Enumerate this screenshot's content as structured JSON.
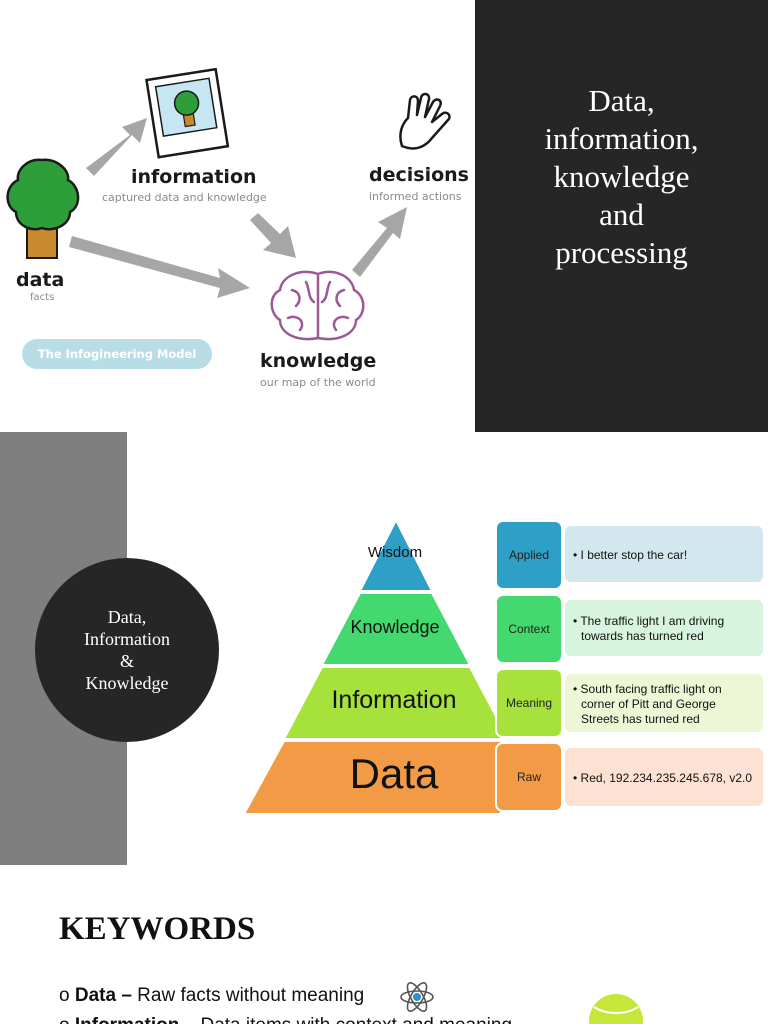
{
  "slide1": {
    "title_lines": [
      "Data,",
      "information,",
      "knowledge",
      "and",
      "processing"
    ],
    "diagram": {
      "information": {
        "label": "information",
        "sub": "captured data and knowledge"
      },
      "decisions": {
        "label": "decisions",
        "sub": "informed actions"
      },
      "data": {
        "label": "data",
        "sub": "facts"
      },
      "knowledge": {
        "label": "knowledge",
        "sub": "our map of the world"
      },
      "model_label": "The Infogineering Model"
    },
    "colors": {
      "dark_panel": "#262626",
      "arrow": "#a6a6a6",
      "tree_green": "#2e9e3a",
      "trunk": "#c9892e",
      "brain": "#9a5a93",
      "pill": "#b9dde6"
    }
  },
  "slide2": {
    "circle_title_lines": [
      "Data,",
      "Information",
      "&",
      "Knowledge"
    ],
    "pyramid": [
      {
        "label": "Wisdom",
        "color": "#2e9fc6"
      },
      {
        "label": "Knowledge",
        "color": "#44d96e"
      },
      {
        "label": "Information",
        "color": "#a6e23b"
      },
      {
        "label": "Data",
        "color": "#f39a47"
      }
    ],
    "rows": [
      {
        "category": "Applied",
        "description": "• I better stop the car!",
        "cat_color": "#2e9fc6",
        "desc_color": "#d3e7ee"
      },
      {
        "category": "Context",
        "description": "• The traffic light I am driving towards has turned red",
        "cat_color": "#44d96e",
        "desc_color": "#d7f4de"
      },
      {
        "category": "Meaning",
        "description": "• South facing traffic light on corner of Pitt and George Streets has turned red",
        "cat_color": "#a6e23b",
        "desc_color": "#edf7d6"
      },
      {
        "category": "Raw",
        "description": "• Red, 192.234.235.245.678, v2.0",
        "cat_color": "#f39a47",
        "desc_color": "#fde2d3"
      }
    ]
  },
  "slide3": {
    "title": "KEYWORDS",
    "items": [
      {
        "bullet": "o",
        "term": "Data –",
        "definition": " Raw facts without meaning"
      },
      {
        "bullet": "o",
        "term": "Information –",
        "definition": " Data items with context and meaning"
      }
    ]
  }
}
